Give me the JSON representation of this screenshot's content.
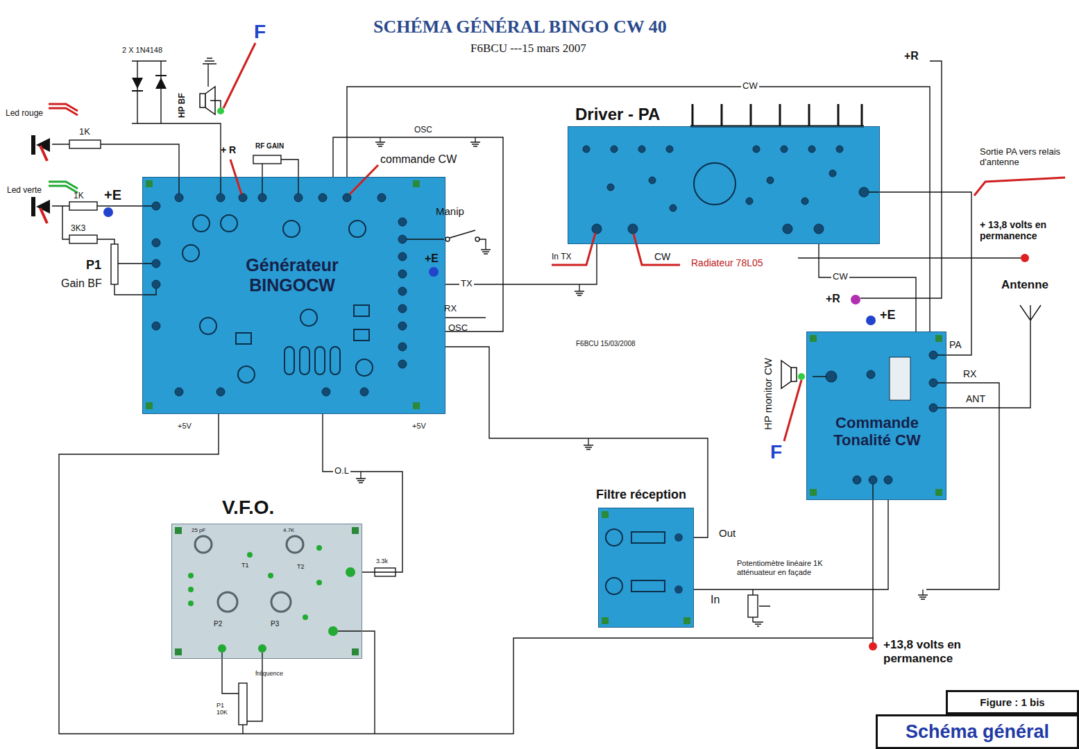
{
  "diagram": {
    "title": "SCHÉMA GÉNÉRAL BINGO CW 40",
    "nodes": [
      {
        "text": [
          "Générateur BINGOCW"
        ]
      },
      {
        "text": [
          "Driver - PA"
        ]
      },
      {
        "text": [
          "Commande Tonalité CW"
        ]
      },
      {
        "text": [
          "V.F.O."
        ]
      },
      {
        "text": [
          "Filtre réception"
        ]
      },
      {
        "text": [
          "Figure : 1 bis"
        ]
      },
      {
        "text": [
          "Schéma général"
        ]
      }
    ],
    "edges": [
      {
        "from": 0,
        "to": 1,
        "arrow": "none",
        "label": "TX"
      },
      {
        "from": 0,
        "to": 2,
        "arrow": "none",
        "label": "CW"
      },
      {
        "from": 1,
        "to": 2,
        "arrow": "none",
        "label": "CW"
      },
      {
        "from": 0,
        "to": 3,
        "arrow": "none",
        "label": "O.L"
      },
      {
        "from": 4,
        "to": 0,
        "arrow": "none"
      },
      {
        "from": 2,
        "to": 4,
        "arrow": "none"
      }
    ],
    "labels": [
      "F6BCU ---15 mars 2007",
      "F",
      "2 X 1N4148",
      "Led rouge",
      "1K",
      "HP BF",
      "+ R",
      "RF GAIN",
      "OSC",
      "commande CW",
      "Led verte",
      "+E",
      "1K",
      "3K3",
      "Manip",
      "P1",
      "+E",
      "Gain BF",
      "RX",
      "OSC",
      "+5V",
      "+5V",
      "+R",
      "In TX",
      "CW",
      "Radiateur 78L05",
      "Sortie PA vers relais d'antenne",
      "+ 13,8 volts en permanence",
      "Antenne",
      "F6BCU 15/03/2008",
      "+R",
      "+E",
      "PA",
      "RX",
      "ANT",
      "HP monitor CW",
      "F",
      "Out",
      "Potentiomètre linéaire 1K atténuateur en façade",
      "In",
      "+13,8 volts en permanence",
      "25 pF",
      "4.7K",
      "T1",
      "T2",
      "3.3k",
      "P2",
      "P3",
      "P1 10K",
      "fréquence"
    ]
  }
}
